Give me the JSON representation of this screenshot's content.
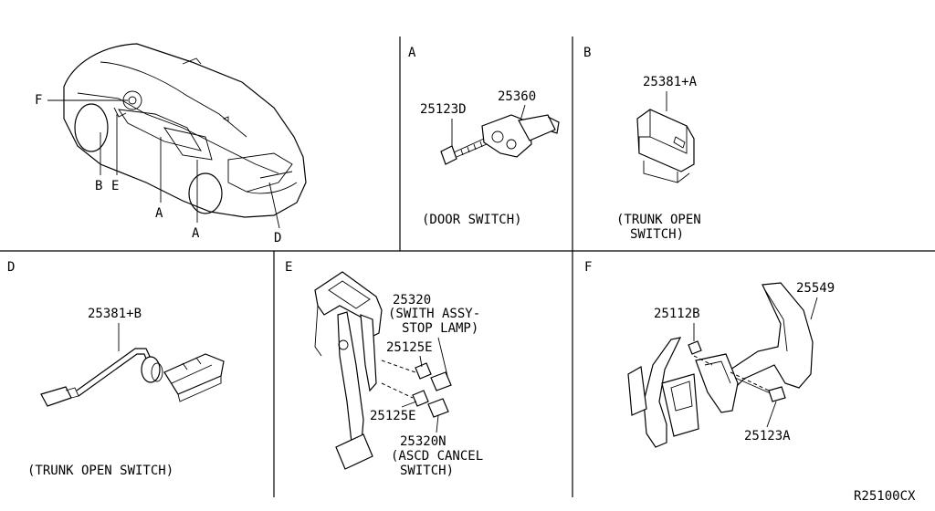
{
  "panels": {
    "A": {
      "letter": "A",
      "parts": [
        "25123D",
        "25360"
      ],
      "caption": "(DOOR SWITCH)"
    },
    "B": {
      "letter": "B",
      "parts": [
        "25381+A"
      ],
      "caption_line1": "(TRUNK OPEN",
      "caption_line2": "SWITCH)"
    },
    "D": {
      "letter": "D",
      "parts": [
        "25381+B"
      ],
      "caption": "(TRUNK OPEN SWITCH)"
    },
    "E": {
      "letter": "E",
      "parts": [
        "25320",
        "25125E",
        "25125E",
        "25320N"
      ],
      "desc_25320_line1": "(SWITH ASSY-",
      "desc_25320_line2": "STOP LAMP)",
      "desc_25320N_line1": "(ASCD CANCEL",
      "desc_25320N_line2": "SWITCH)"
    },
    "F": {
      "letter": "F",
      "parts": [
        "25549",
        "25112B",
        "25123A"
      ]
    }
  },
  "overview": {
    "callouts": [
      "F",
      "B",
      "E",
      "A",
      "A",
      "D"
    ]
  },
  "diagram_code": "R25100CX"
}
